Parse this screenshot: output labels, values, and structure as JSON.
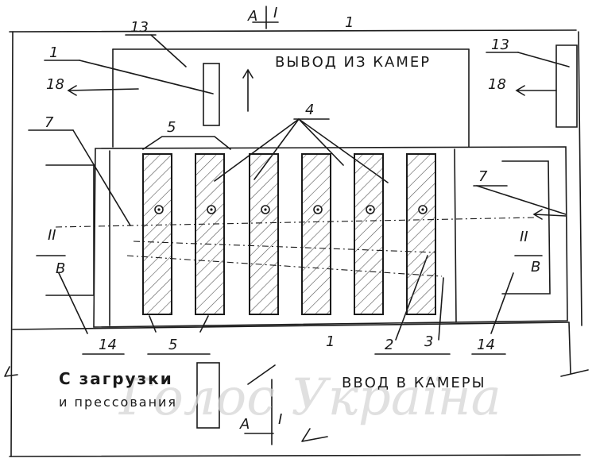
{
  "texts": {
    "output_label": "ВЫВОД ИЗ КАМЕР",
    "input_label": "ВВОД В КАМЕРЫ",
    "from_loading_line1": "С загрузки",
    "from_loading_line2": "и прессования",
    "section_a_top_letter": "А",
    "section_a_top_roman": "I",
    "section_a_bottom_letter": "А",
    "section_a_bottom_roman": "I",
    "section_b_left_num": "II",
    "section_b_left_letter": "В",
    "section_b_right_num": "II",
    "section_b_right_letter": "В"
  },
  "callouts": {
    "c13_top": "13",
    "c13_right": "13",
    "c1_topleft": "1",
    "c1_topmid": "1",
    "c1_bottom": "1",
    "c18_left": "18",
    "c18_right": "18",
    "c7_left": "7",
    "c7_right": "7",
    "c5_top": "5",
    "c5_bottom": "5",
    "c4": "4",
    "c14_left": "14",
    "c14_right": "14",
    "c2": "2",
    "c3": "3"
  },
  "watermark": "Голос Україна",
  "ink_color": "#1a1a1a"
}
